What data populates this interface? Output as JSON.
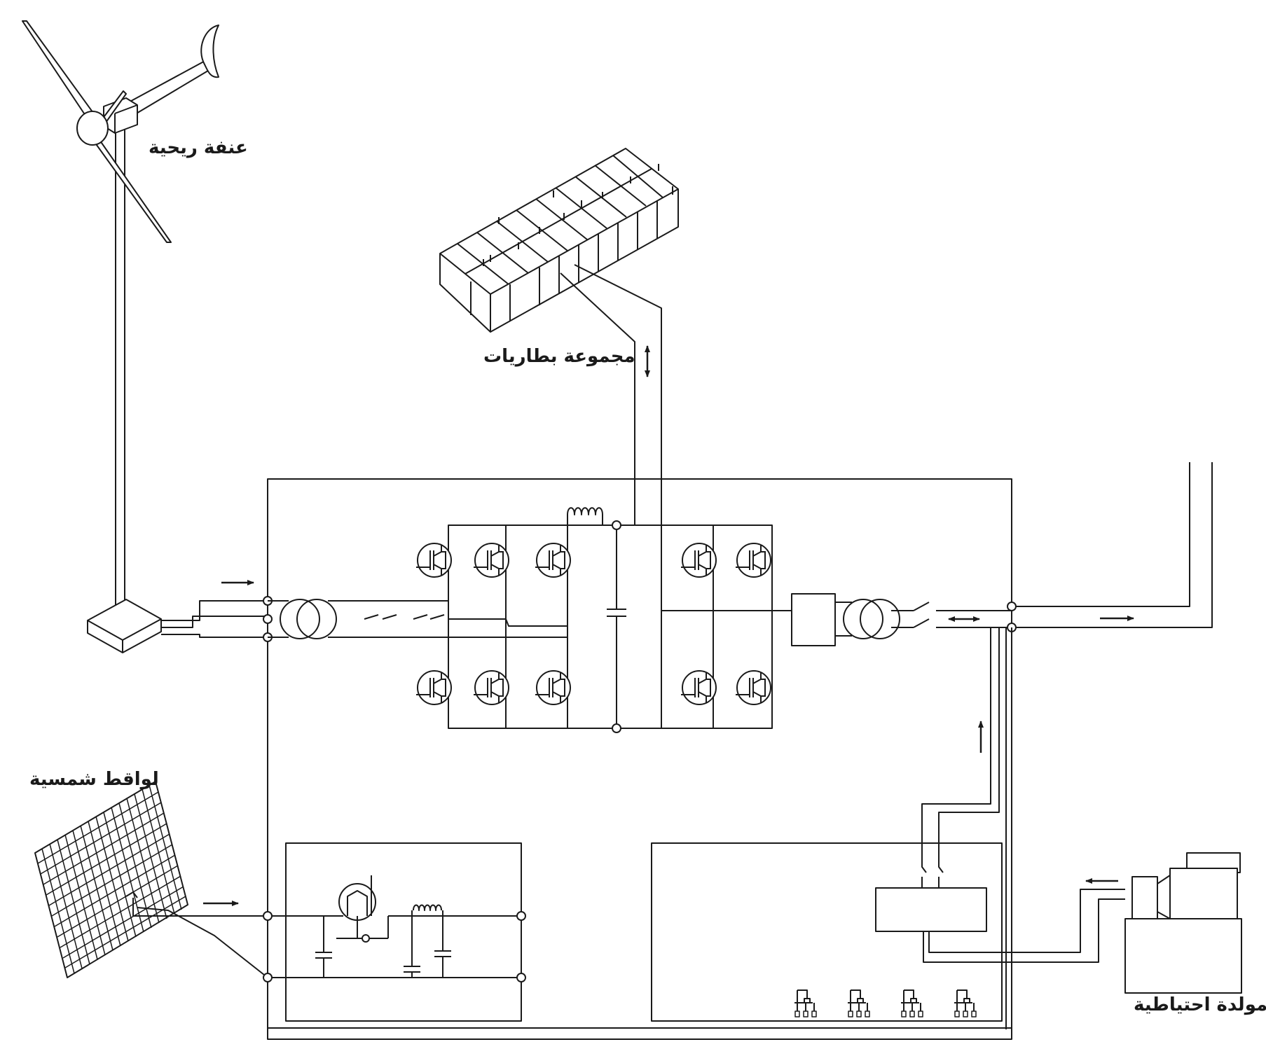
{
  "diagram": {
    "labels": {
      "wind_turbine": "عنفة ريحية",
      "battery_bank": "مجموعة بطاريات",
      "solar_panel": "لواقط شمسية",
      "backup_generator": "مولدة احتياطية"
    },
    "colors": {
      "stroke": "#1a1a1a",
      "background": "#ffffff"
    }
  }
}
